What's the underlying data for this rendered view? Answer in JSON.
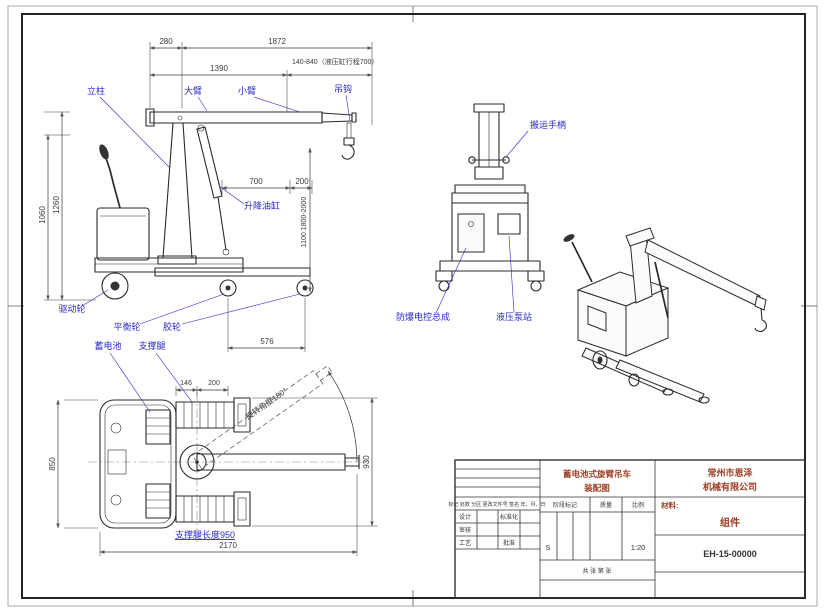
{
  "sheet": {
    "line_color": "#2a2a2a",
    "dim_color": "#3c3c3c",
    "label_color": "#2929c8",
    "accent_color": "#9c3d22"
  },
  "labels": {
    "mast": "立柱",
    "boom": "大臂",
    "jib": "小臂",
    "hook": "吊钩",
    "lift_cylinder": "升降油缸",
    "drive_wheel": "驱动轮",
    "balance_wheel": "平衡轮",
    "rubber_wheel": "胶轮",
    "carry_handle": "搬运手柄",
    "explosion_proof_control": "防爆电控总成",
    "hydraulic_pump": "液压泵站",
    "battery": "蓄电池",
    "support_leg": "支撑腿",
    "support_leg_length": "支撑腿长度950",
    "rotation_note": "旋转角度180°"
  },
  "dims": {
    "top_280": "280",
    "top_1872": "1872",
    "top_1390": "1390",
    "stroke_range": "140-840（液压缸行程700）",
    "mid_700": "700",
    "mid_200": "200",
    "left_1060": "1060",
    "left_1260": "1260",
    "hook_range": "1100 1800-2000",
    "base_576": "576",
    "plan_850": "850",
    "plan_930": "930",
    "plan_2170": "2170",
    "plan_146": "146",
    "plan_200": "200"
  },
  "title_block": {
    "company_line1": "常州市恩泽",
    "company_line2": "机械有限公司",
    "title_line1": "蓄电池式旋臂吊车",
    "title_line2": "装配图",
    "material_label": "材料:",
    "material_value": "组件",
    "drawing_no": "EH-15-00000",
    "scale_value": "1:20",
    "stage_mark": "阶段标记",
    "mass_label": "质量",
    "scale_label": "比例",
    "sheets_label": "共  张  第  张",
    "rev_header": "标记 处数 分区 更改文件号 签名 年、月、日",
    "design": "设计",
    "standardize": "标准化",
    "check": "审核",
    "process": "工艺",
    "approve": "批准",
    "stage_s": "S"
  }
}
